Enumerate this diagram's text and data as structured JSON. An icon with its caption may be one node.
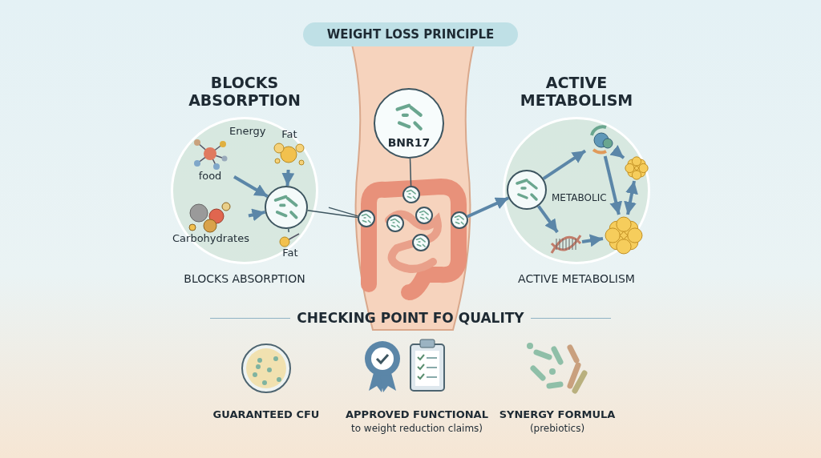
{
  "diagram": {
    "title": "WEIGHT LOSS PRINCIPLE",
    "nodes": [
      {
        "text": [
          "BLOCKS ABSORPTION"
        ],
        "beside": [
          "BLOCKS ABSORPTION"
        ]
      },
      {
        "text": [
          "food"
        ],
        "in": 0
      },
      {
        "text": [
          "Fat"
        ],
        "in": 0
      },
      {
        "text": [
          "Carbohydrates"
        ],
        "in": 0
      },
      {
        "text": [],
        "shape": "circle",
        "in": 0
      },
      {
        "text": [
          "Fat"
        ],
        "in": 0
      },
      {
        "text": [],
        "shape": "picture"
      },
      {
        "text": [
          "BNR17"
        ]
      },
      {
        "text": [],
        "shape": "circle",
        "in": 6
      },
      {
        "text": [],
        "shape": "circle",
        "in": 6
      },
      {
        "text": [],
        "shape": "circle",
        "in": 6
      },
      {
        "text": [],
        "shape": "circle",
        "in": 6
      },
      {
        "text": [],
        "shape": "circle",
        "in": 6
      },
      {
        "text": [],
        "shape": "circle",
        "in": 6
      },
      {
        "text": [
          "ACTIVE METABOLISM"
        ],
        "beside": [
          "ACTIVE METABOLISM"
        ]
      },
      {
        "text": [],
        "shape": "circle",
        "in": 14
      },
      {
        "text": [],
        "shape": "picture",
        "in": 14
      },
      {
        "text": [],
        "shape": "picture",
        "in": 14
      },
      {
        "text": [],
        "shape": "picture",
        "in": 14
      },
      {
        "text": [],
        "shape": "picture",
        "in": 14
      }
    ],
    "edges": [
      {
        "from": 1,
        "to": 4,
        "arrow": "to"
      },
      {
        "from": 2,
        "to": 4,
        "arrow": "to"
      },
      {
        "from": 3,
        "to": 4,
        "arrow": "to"
      },
      {
        "from": 5,
        "to": 4,
        "arrow": "none"
      },
      {
        "from": 7,
        "to": 8,
        "arrow": "none"
      },
      {
        "from": 0,
        "to": 9,
        "arrow": "none"
      },
      {
        "from": 4,
        "to": 9,
        "arrow": "none"
      },
      {
        "from": 10,
        "to": 15,
        "arrow": "to"
      },
      {
        "from": 15,
        "to": 16,
        "arrow": "to"
      },
      {
        "from": 15,
        "to": 18,
        "arrow": "to"
      },
      {
        "from": 16,
        "to": 19,
        "arrow": "to"
      },
      {
        "from": 18,
        "to": 19,
        "arrow": "to"
      },
      {
        "from": 17,
        "to": 19,
        "arrow": "both"
      },
      {
        "from": 16,
        "to": 17,
        "arrow": "to"
      }
    ],
    "labels": [
      "Energy",
      "METABOLIC",
      "CHECKING POINT FO QUALITY",
      "GUARANTEED CFU",
      "APPROVED FUNCTIONAL",
      "to weight reduction claims)",
      "SYNERGY FORMULA",
      "(prebiotics)"
    ]
  }
}
